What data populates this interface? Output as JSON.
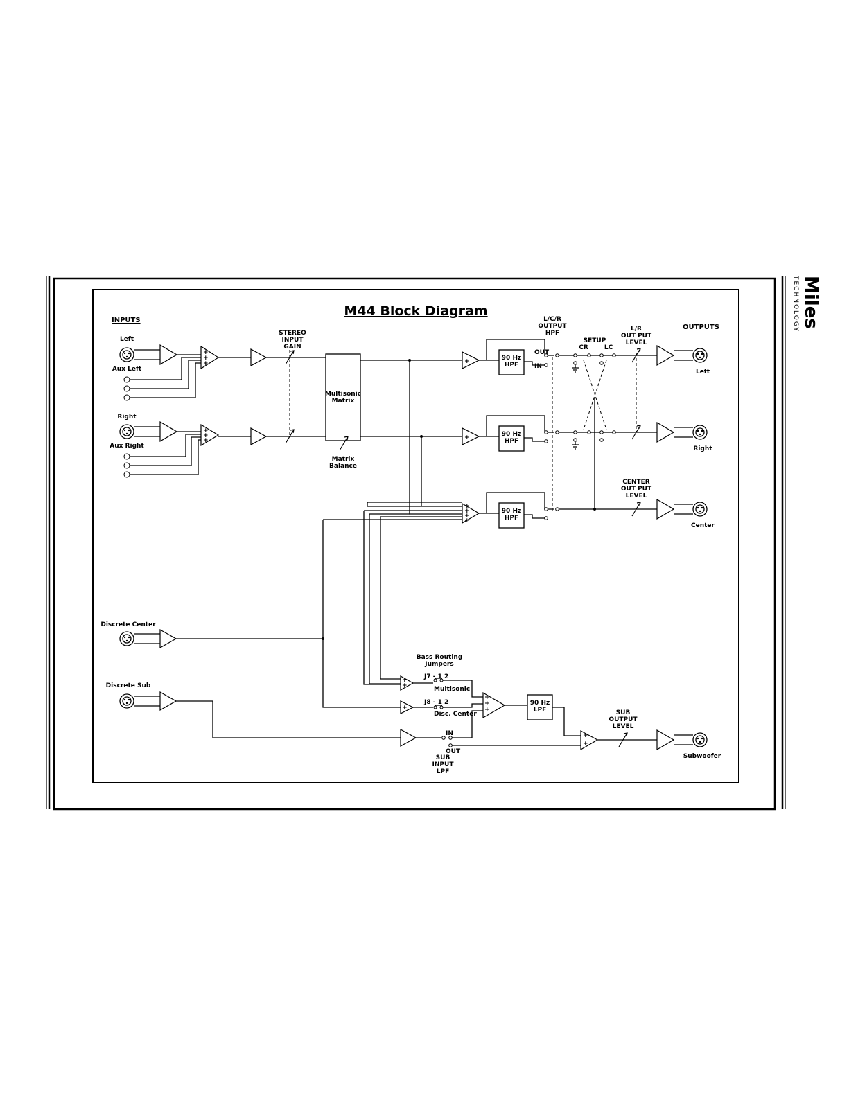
{
  "title": "M44 Block Diagram",
  "headers": {
    "inputs": "INPUTS",
    "outputs": "OUTPUTS"
  },
  "inputs": {
    "left": "Left",
    "aux_left": "Aux Left",
    "right": "Right",
    "aux_right": "Aux Right",
    "discrete_center": "Discrete Center",
    "discrete_sub": "Discrete Sub"
  },
  "labels": {
    "stereo_input_gain": [
      "STEREO",
      "INPUT",
      "GAIN"
    ],
    "multisonic_matrix": [
      "Multisonic",
      "Matrix"
    ],
    "matrix_balance": [
      "Matrix",
      "Balance"
    ],
    "lcr_output_hpf": [
      "L/C/R",
      "OUTPUT",
      "HPF"
    ],
    "setup": "SETUP",
    "cr": "CR",
    "lc": "LC",
    "lr_output_level": [
      "L/R",
      "OUT PUT",
      "LEVEL"
    ],
    "center_output_level": [
      "CENTER",
      "OUT PUT",
      "LEVEL"
    ],
    "sub_output_level": [
      "SUB",
      "OUTPUT",
      "LEVEL"
    ],
    "sub_input_lpf": [
      "SUB",
      "INPUT",
      "LPF"
    ],
    "bass_routing_jumpers": [
      "Bass Routing",
      "Jumpers"
    ],
    "j7": "J7 - 1 2",
    "j8": "J8 - 1 2",
    "multisonic": "Multisonic",
    "disc_center": "Disc. Center",
    "hpf_freq": "90 Hz",
    "hpf": "HPF",
    "lpf_freq": "90 Hz",
    "lpf": "LPF",
    "out": "OUT",
    "in": "IN",
    "in_lower": "IN",
    "out_lower": "OUT"
  },
  "outputs": {
    "left": "Left",
    "right": "Right",
    "center": "Center",
    "subwoofer": "Subwoofer"
  },
  "logo": {
    "brand": "Miles",
    "sub": "TECHNOLOGY"
  }
}
